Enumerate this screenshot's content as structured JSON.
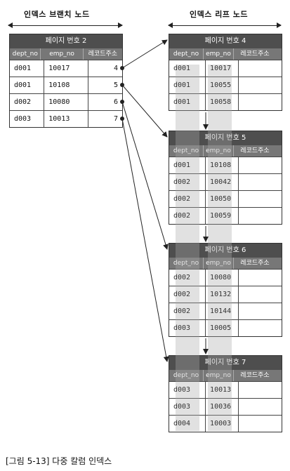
{
  "branch_section": {
    "title": "인덱스 브랜치 노드"
  },
  "leaf_section": {
    "title": "인덱스 리프 노드"
  },
  "columns": {
    "dept": "dept_no",
    "emp": "emp_no",
    "addr": "레코드주소"
  },
  "branch_page": {
    "title": "페이지 번호 2",
    "rows": [
      {
        "dept": "d001",
        "emp": "10017",
        "ptr": "4"
      },
      {
        "dept": "d001",
        "emp": "10108",
        "ptr": "5"
      },
      {
        "dept": "d002",
        "emp": "10080",
        "ptr": "6"
      },
      {
        "dept": "d003",
        "emp": "10013",
        "ptr": "7"
      }
    ]
  },
  "leaf_pages": [
    {
      "title": "페이지 번호 4",
      "rows": [
        {
          "dept": "d001",
          "emp": "10017"
        },
        {
          "dept": "d001",
          "emp": "10055"
        },
        {
          "dept": "d001",
          "emp": "10058"
        }
      ]
    },
    {
      "title": "페이지 번호 5",
      "rows": [
        {
          "dept": "d001",
          "emp": "10108"
        },
        {
          "dept": "d002",
          "emp": "10042"
        },
        {
          "dept": "d002",
          "emp": "10050"
        },
        {
          "dept": "d002",
          "emp": "10059"
        }
      ]
    },
    {
      "title": "페이지 번호 6",
      "rows": [
        {
          "dept": "d002",
          "emp": "10080"
        },
        {
          "dept": "d002",
          "emp": "10132"
        },
        {
          "dept": "d002",
          "emp": "10144"
        },
        {
          "dept": "d003",
          "emp": "10005"
        }
      ]
    },
    {
      "title": "페이지 번호 7",
      "rows": [
        {
          "dept": "d003",
          "emp": "10013"
        },
        {
          "dept": "d003",
          "emp": "10036"
        },
        {
          "dept": "d004",
          "emp": "10003"
        }
      ]
    }
  ],
  "caption": "[그림 5-13] 다중 칼럼 인덱스"
}
